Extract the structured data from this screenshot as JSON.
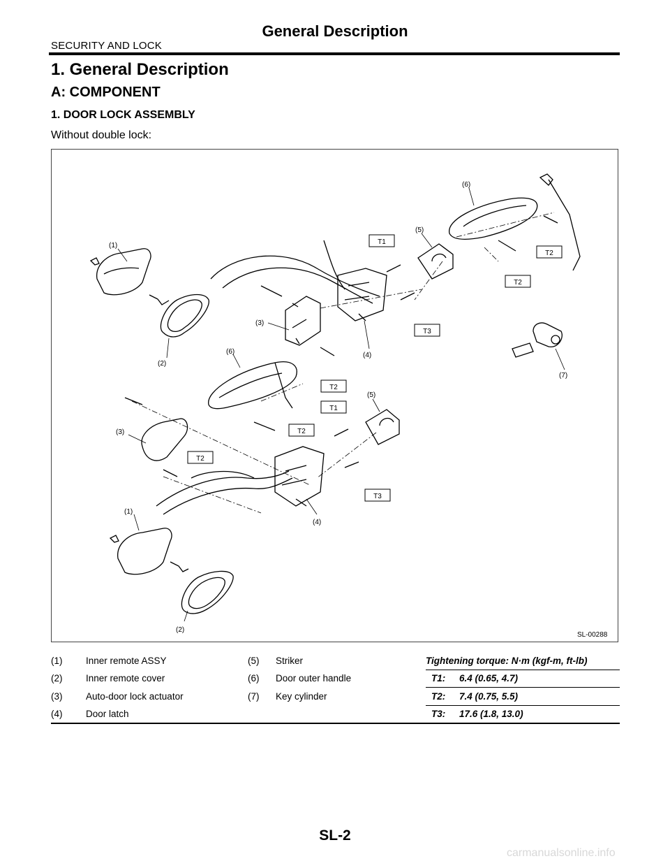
{
  "header": {
    "section": "SECURITY AND LOCK",
    "title": "General Description"
  },
  "headings": {
    "h1": "1.  General Description",
    "h2": "A:  COMPONENT",
    "h3": "1.  DOOR LOCK ASSEMBLY",
    "sub": "Without double lock:"
  },
  "figure": {
    "id": "SL-00288",
    "callouts": [
      "(1)",
      "(2)",
      "(3)",
      "(4)",
      "(5)",
      "(6)",
      "(7)"
    ],
    "torque_tags": [
      "T1",
      "T2",
      "T3"
    ]
  },
  "legend": {
    "left": [
      {
        "num": "(1)",
        "label": "Inner remote ASSY"
      },
      {
        "num": "(2)",
        "label": "Inner remote cover"
      },
      {
        "num": "(3)",
        "label": "Auto-door lock actuator"
      },
      {
        "num": "(4)",
        "label": "Door latch"
      }
    ],
    "right": [
      {
        "num": "(5)",
        "label": "Striker"
      },
      {
        "num": "(6)",
        "label": "Door outer handle"
      },
      {
        "num": "(7)",
        "label": "Key cylinder"
      },
      {
        "num": "",
        "label": ""
      }
    ],
    "torque_title": "Tightening torque: N·m (kgf-m, ft-lb)",
    "torque": [
      {
        "code": "T1:",
        "value": "6.4 (0.65, 4.7)"
      },
      {
        "code": "T2:",
        "value": "7.4 (0.75, 5.5)"
      },
      {
        "code": "T3:",
        "value": "17.6 (1.8, 13.0)"
      }
    ]
  },
  "footer": {
    "page": "SL-2",
    "watermark": "carmanualsonline.info"
  }
}
